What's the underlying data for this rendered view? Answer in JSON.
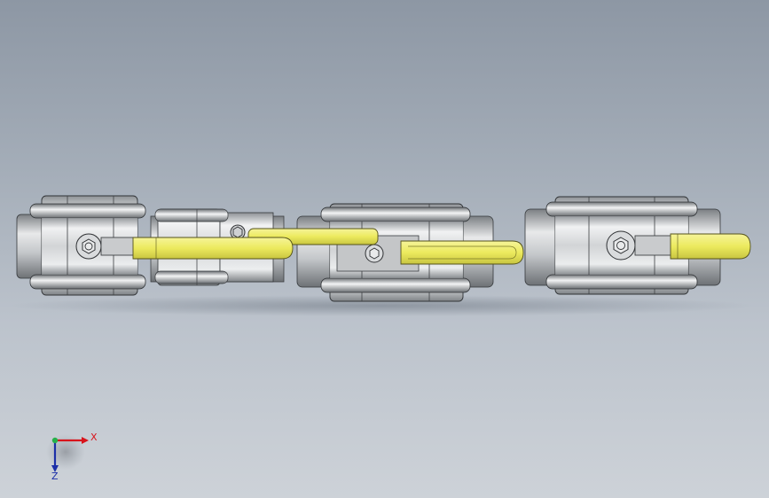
{
  "triad": {
    "x_label": "X",
    "z_label": "Z",
    "x_color": "#d8141c",
    "y_color": "#26b04a",
    "z_color": "#1c2fa8"
  },
  "model": {
    "valve_count": 4,
    "body_color": "#d6d8da",
    "handle_color": "#eeec6a"
  }
}
